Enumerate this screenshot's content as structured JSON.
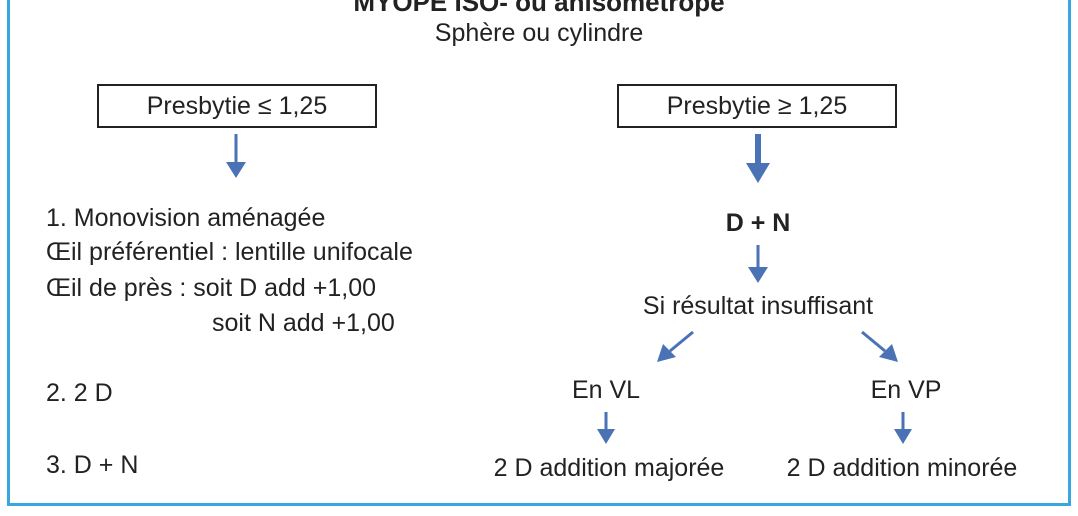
{
  "header": {
    "title": "MYOPE ISO- ou anisométrope",
    "subtitle": "Sphère ou cylindre"
  },
  "left": {
    "box_label": "Presbytie ≤ 1,25",
    "item1_title": "1. Monovision aménagée",
    "item1_line2": "Œil préférentiel : lentille unifocale",
    "item1_line3": "Œil de près : soit D add +1,00",
    "item1_line4": "soit N add +1,00",
    "item2": "2. 2 D",
    "item3": "3. D + N"
  },
  "right": {
    "box_label": "Presbytie ≥ 1,25",
    "step1": "D + N",
    "condition": "Si résultat insuffisant",
    "branch_left": "En VL",
    "branch_right": "En VP",
    "result_left": "2 D addition majorée",
    "result_right": "2 D addition minorée"
  },
  "colors": {
    "frame": "#3aa6de",
    "arrow": "#4a72b5",
    "text": "#222222"
  }
}
